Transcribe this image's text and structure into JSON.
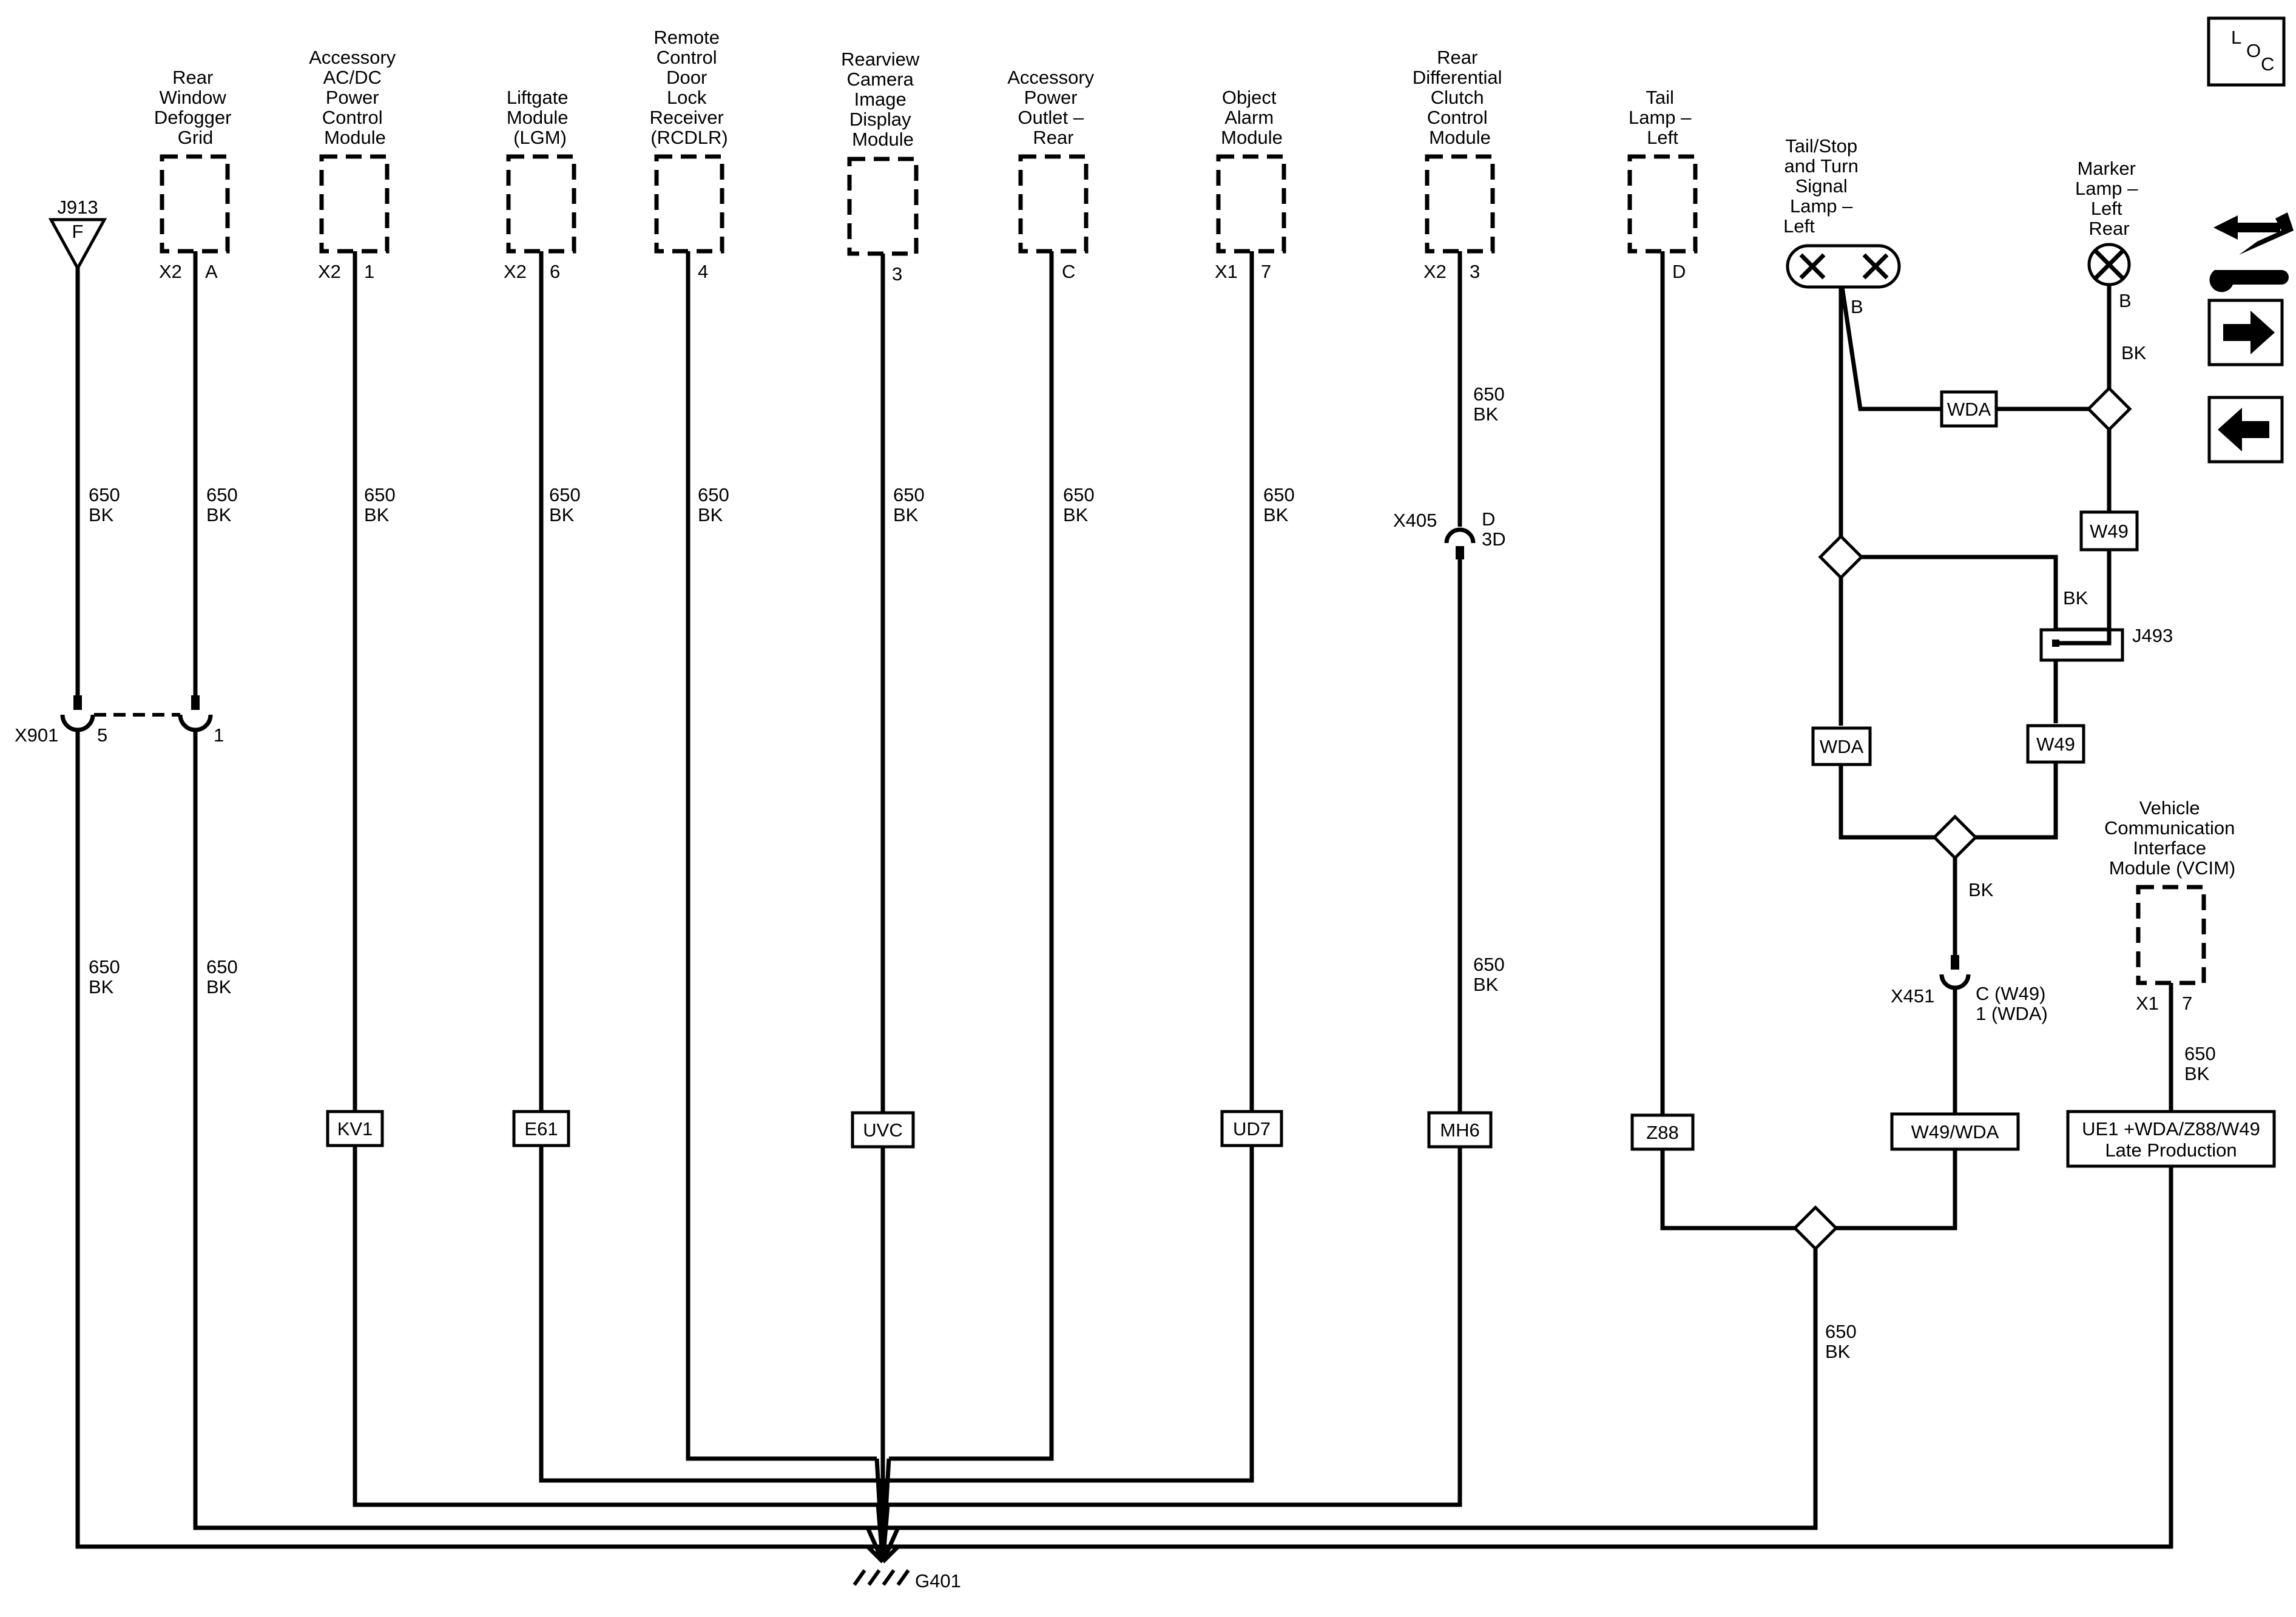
{
  "loc": {
    "l": "L",
    "o": "O",
    "c": "C"
  },
  "nav_icons": [
    "tools-icon",
    "arrow-right-icon",
    "arrow-left-icon"
  ],
  "connector": {
    "j913": "J913",
    "j913_pin": "F"
  },
  "components": {
    "defogger": [
      "Rear",
      "Window",
      "Defogger",
      "Grid"
    ],
    "acdc": [
      "Accessory",
      "AC/DC",
      "Power",
      "Control",
      "Module"
    ],
    "lgm": [
      "Liftgate",
      "Module",
      "(LGM)"
    ],
    "rcdlr": [
      "Remote",
      "Control",
      "Door",
      "Lock",
      "Receiver",
      "(RCDLR)"
    ],
    "camera": [
      "Rearview",
      "Camera",
      "Image",
      "Display",
      "Module"
    ],
    "outlet": [
      "Accessory",
      "Power",
      "Outlet –",
      "Rear"
    ],
    "alarm": [
      "Object",
      "Alarm",
      "Module"
    ],
    "diff": [
      "Rear",
      "Differential",
      "Clutch",
      "Control",
      "Module"
    ],
    "tail": [
      "Tail",
      "Lamp –",
      "Left"
    ],
    "stoplamp": [
      "Tail/Stop",
      "and Turn",
      "Signal",
      "Lamp –",
      "Left"
    ],
    "marker": [
      "Marker",
      "Lamp –",
      "Left",
      "Rear"
    ],
    "vcim": [
      "Vehicle",
      "Communication",
      "Interface",
      "Module (VCIM)"
    ]
  },
  "pins": {
    "defogger": [
      "X2",
      "A"
    ],
    "acdc": [
      "X2",
      "1"
    ],
    "lgm": [
      "X2",
      "6"
    ],
    "rcdlr": "4",
    "camera": "3",
    "outlet": "C",
    "alarm": [
      "X1",
      "7"
    ],
    "diff": [
      "X2",
      "3"
    ],
    "tail": "D",
    "stoplamp": "B",
    "marker": "B",
    "vcim": [
      "X1",
      "7"
    ]
  },
  "wire": {
    "circuit": "650",
    "color": "BK"
  },
  "inline": {
    "x901": "X901",
    "x901_pin_left": "5",
    "x901_pin_right": "1",
    "x405": "X405",
    "x405_pins": [
      "D",
      "3D"
    ],
    "x451": "X451",
    "x451_pins": [
      "C (W49)",
      "1 (WDA)"
    ],
    "j493": "J493"
  },
  "options": {
    "kv1": "KV1",
    "e61": "E61",
    "uvc": "UVC",
    "ud7": "UD7",
    "mh6": "MH6",
    "z88": "Z88",
    "wda": "WDA",
    "w49": "W49",
    "w49wda": "W49/WDA",
    "ue1": [
      "UE1 +WDA/Z88/W49",
      "Late Production"
    ]
  },
  "ground": "G401"
}
